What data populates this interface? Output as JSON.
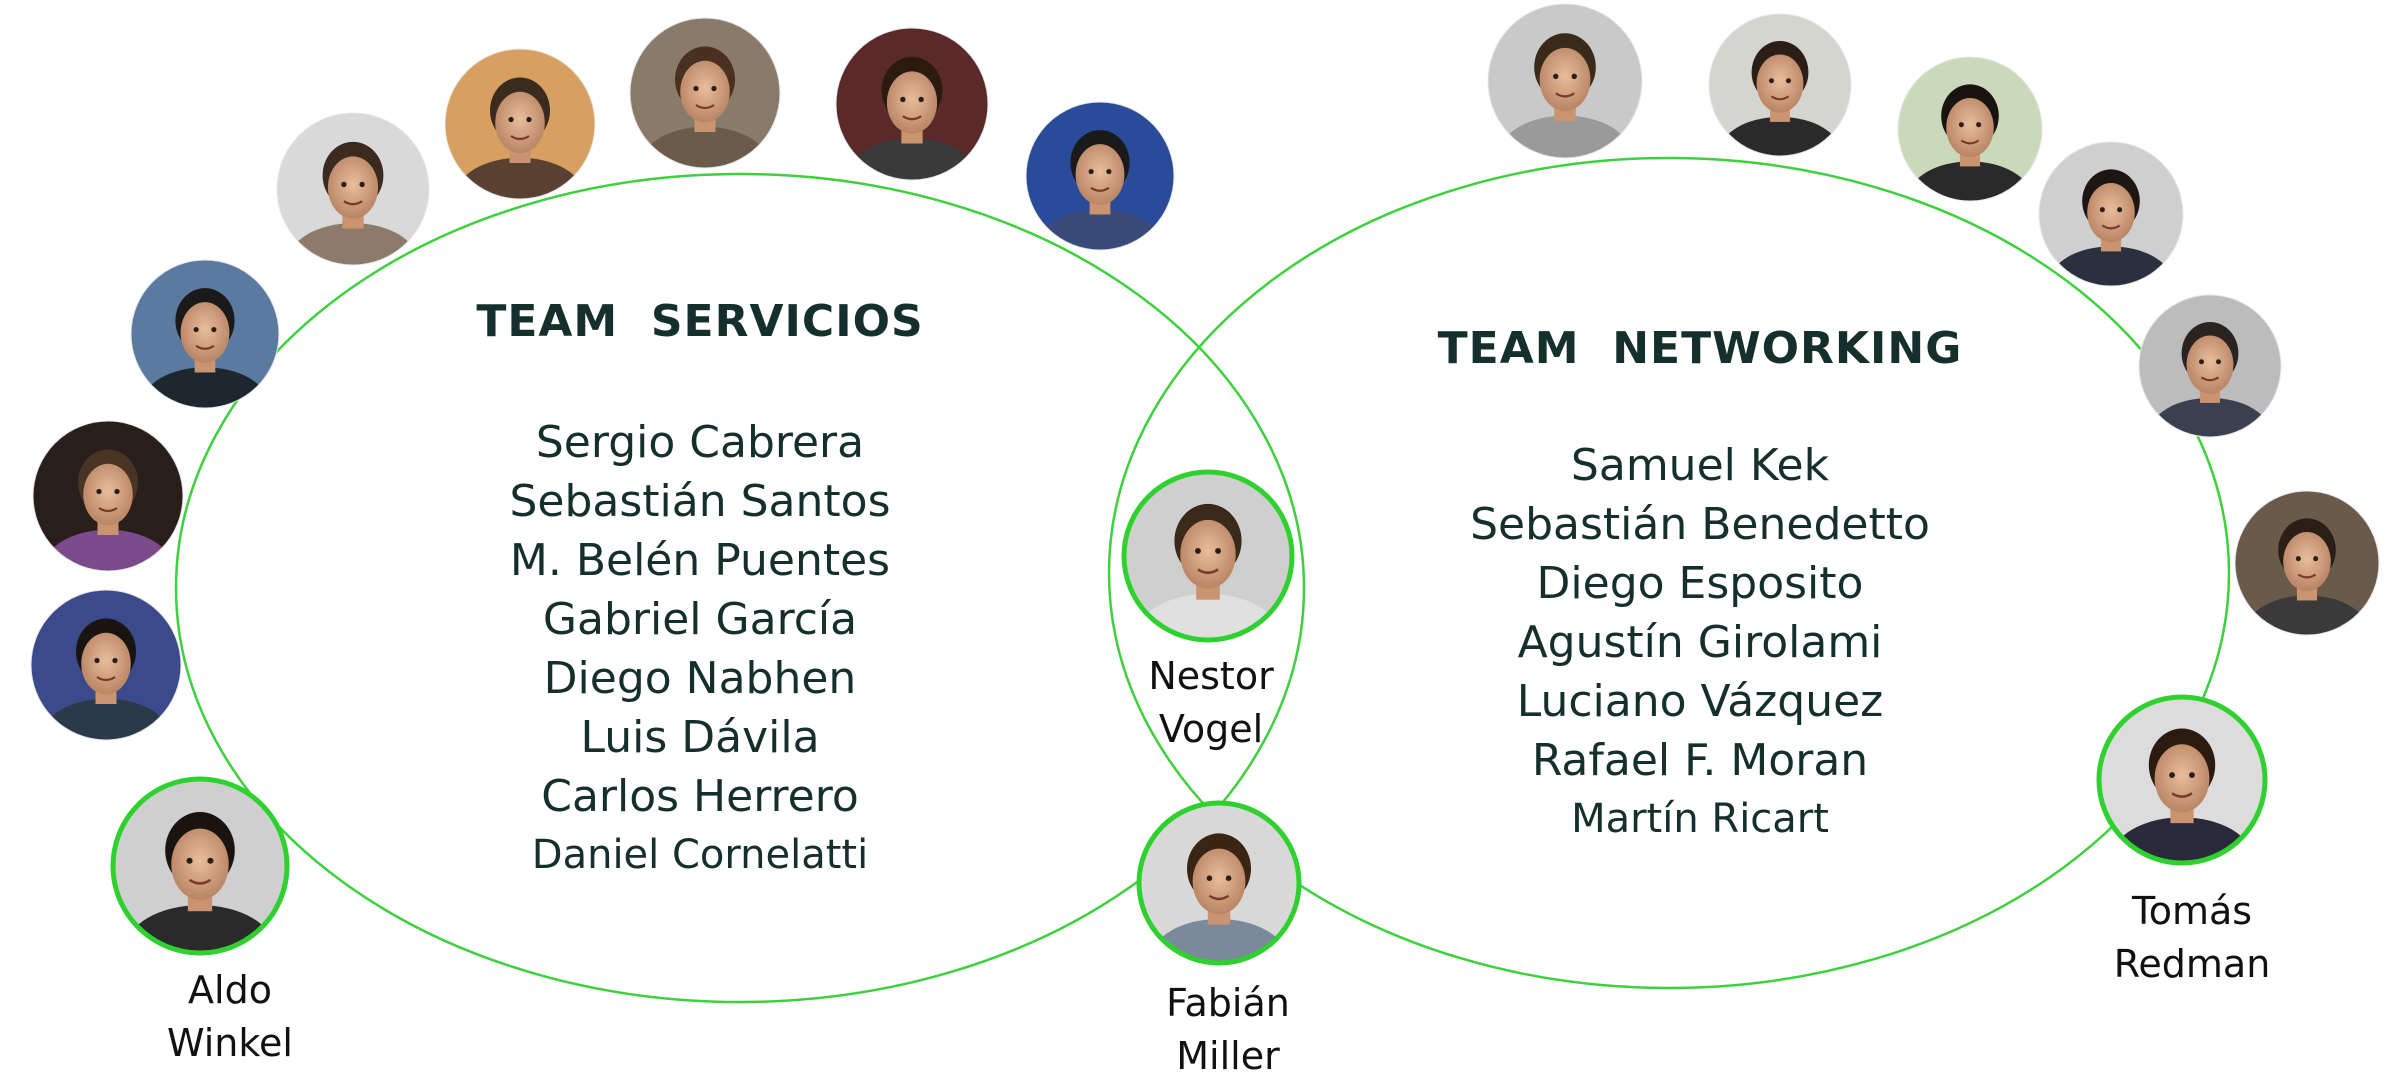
{
  "colors": {
    "ellipse_stroke": "#3ed13e",
    "featured_ring": "#2fd12f",
    "title_text": "#15302c",
    "name_text": "#15302c"
  },
  "servicios": {
    "title": "TEAM  SERVICIOS",
    "members": [
      "Sergio Cabrera",
      "Sebastián Santos",
      "M. Belén Puentes",
      "Gabriel García",
      "Diego Nabhen",
      "Luis Dávila",
      "Carlos Herrero",
      "Daniel Cornelatti"
    ]
  },
  "networking": {
    "title": "TEAM  NETWORKING",
    "members": [
      "Samuel Kek",
      "Sebastián Benedetto",
      "Diego Esposito",
      "Agustín Girolami",
      "Luciano Vázquez",
      "Rafael F. Moran",
      "Martín Ricart"
    ]
  },
  "featured": {
    "nestor": {
      "first": "Nestor",
      "last": "Vogel"
    },
    "fabian": {
      "first": "Fabián",
      "last": "Miller"
    },
    "aldo": {
      "first": "Aldo",
      "last": "Winkel"
    },
    "tomas": {
      "first": "Tomás",
      "last": "Redman"
    }
  }
}
